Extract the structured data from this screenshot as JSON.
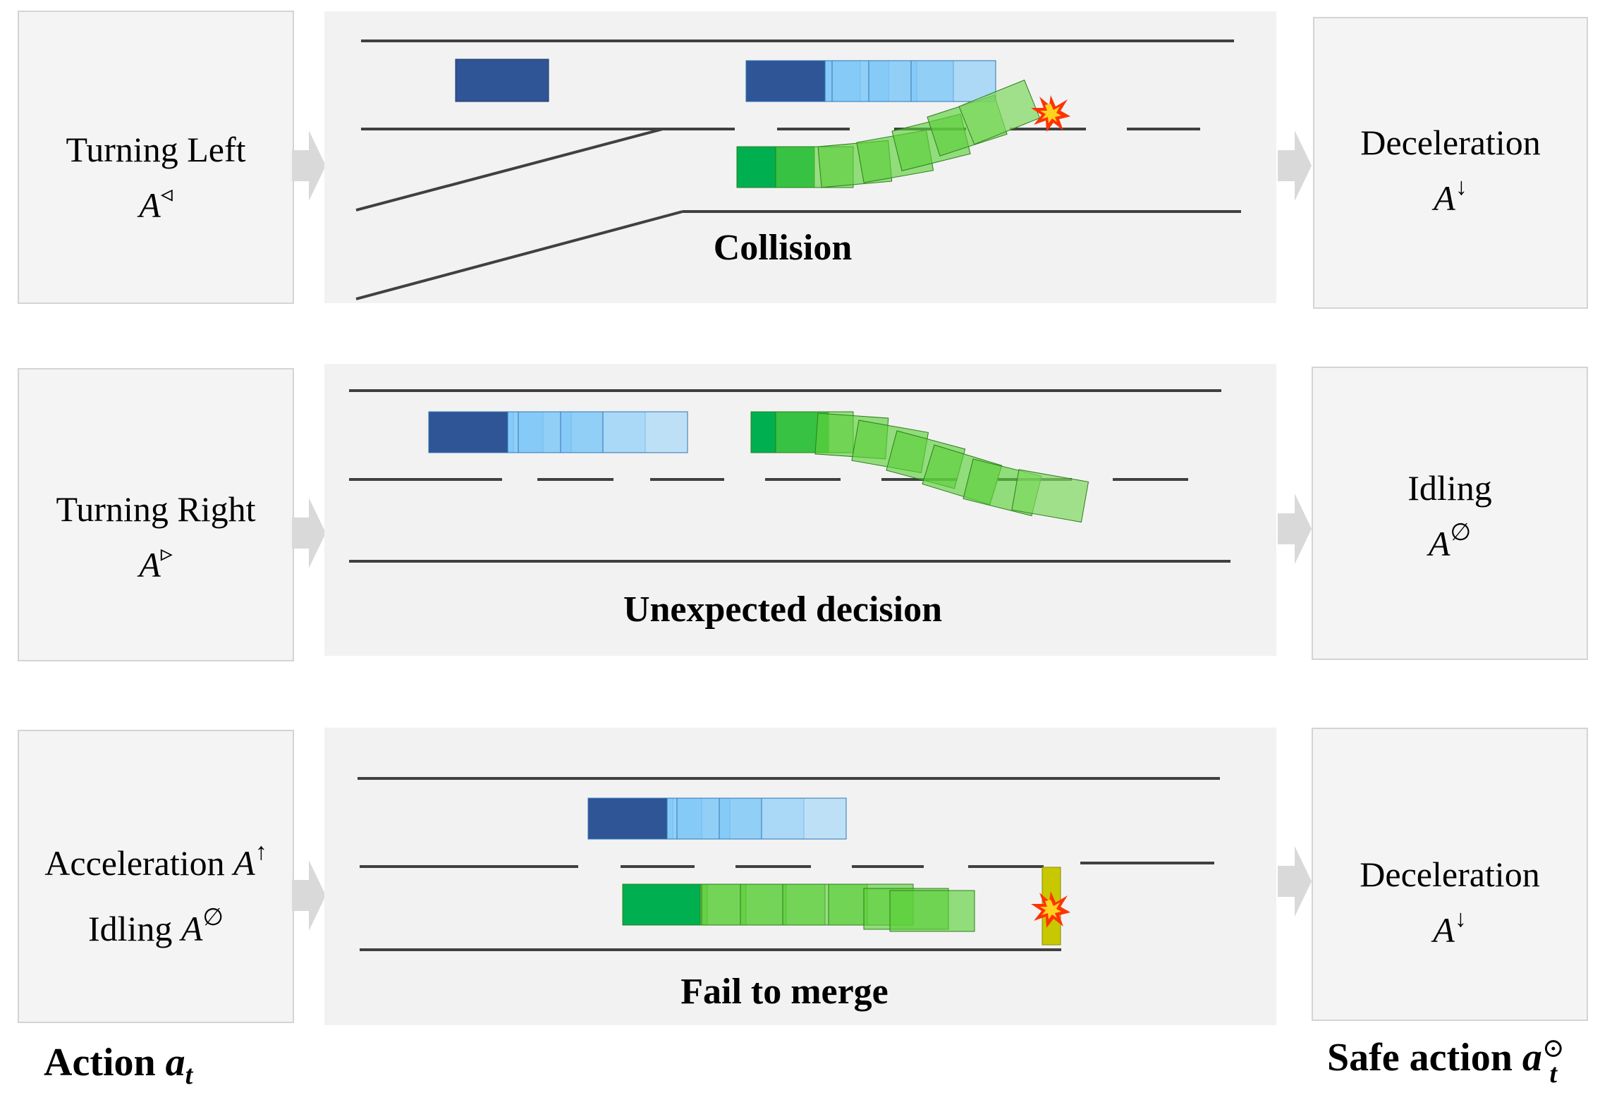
{
  "rows": [
    {
      "action": {
        "line1": "Turning Left",
        "sym": "A",
        "sup": "◃"
      },
      "caption": "Collision",
      "safe": {
        "line1": "Deceleration",
        "sym": "A",
        "sup": "↓"
      }
    },
    {
      "action": {
        "line1": "Turning Right",
        "sym": "A",
        "sup": "▹"
      },
      "caption": "Unexpected decision",
      "safe": {
        "line1": "Idling",
        "sym": "A",
        "sup": "∅"
      }
    },
    {
      "action": {
        "line1_text": "Acceleration ",
        "line1_sym": "A",
        "line1_sup": "↑",
        "line2_text": "Idling ",
        "line2_sym": "A",
        "line2_sup": "∅"
      },
      "caption": "Fail to merge",
      "safe": {
        "line1": "Deceleration",
        "sym": "A",
        "sup": "↓"
      }
    }
  ],
  "footer": {
    "action_text": "Action ",
    "action_sym": "a",
    "action_sub": "t",
    "safe_text": "Safe action ",
    "safe_sym": "a",
    "safe_sub": "t",
    "safe_sup": "⊙"
  },
  "colors": {
    "box_bg": "#f4f4f4",
    "panel_bg": "#f2f2f2",
    "road_line": "#404040",
    "ego_blue": "#2f5597",
    "blue_trail": "#7fc8f8",
    "green_car": "#00b050",
    "green_trail": "#5ccf3a",
    "barrier": "#c8c800",
    "arrow": "#d9d9d9",
    "explosion": "#ff3300"
  }
}
